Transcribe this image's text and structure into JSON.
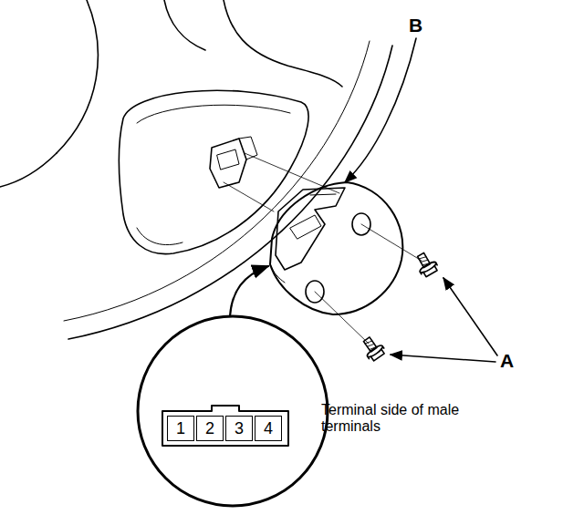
{
  "diagram": {
    "nodes": [
      {
        "text": [
          "1"
        ]
      },
      {
        "text": [
          "2"
        ]
      },
      {
        "text": [
          "3"
        ]
      },
      {
        "text": [
          "4"
        ]
      }
    ],
    "labels": [
      "B",
      "A",
      "Terminal side of male terminals"
    ]
  }
}
